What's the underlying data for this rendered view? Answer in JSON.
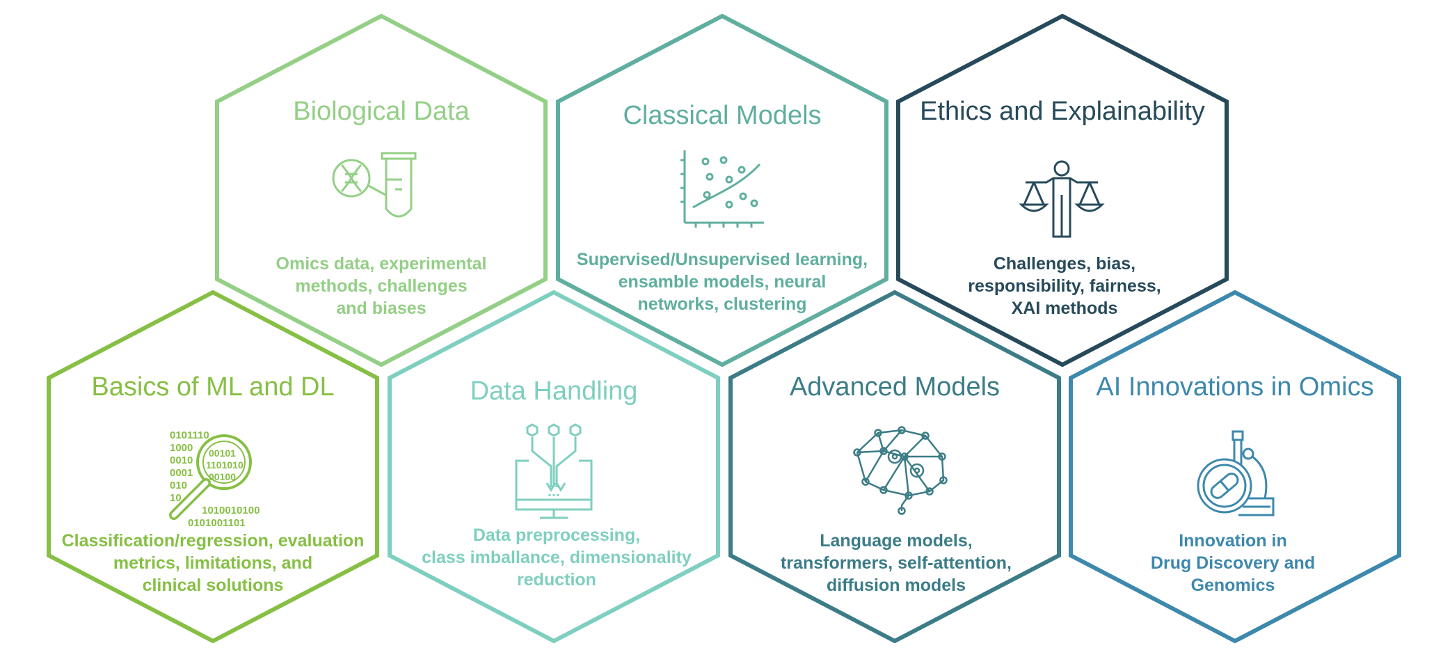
{
  "hexagons": [
    {
      "key": "bio",
      "title": "Biological Data",
      "icon": "dna-test-tube-icon",
      "color": "#94cf86",
      "lines": [
        "Omics data, experimental",
        "methods, challenges",
        "and biases"
      ]
    },
    {
      "key": "classical",
      "title": "Classical Models",
      "icon": "scatter-plot-icon",
      "color": "#5fae9f",
      "lines": [
        "Supervised/Unsupervised learning,",
        "ensamble models, neural",
        "networks, clustering"
      ]
    },
    {
      "key": "ethics",
      "title": "Ethics and Explainability",
      "icon": "balance-scale-person-icon",
      "color": "#274a5a",
      "lines": [
        "Challenges, bias,",
        "responsibility, fairness,",
        "XAI methods"
      ]
    },
    {
      "key": "basics",
      "title": "Basics of ML and DL",
      "icon": "binary-magnifier-icon",
      "color": "#86bf44",
      "lines": [
        "Classification/regression, evaluation",
        "metrics, limitations, and",
        "clinical solutions"
      ]
    },
    {
      "key": "handling",
      "title": "Data Handling",
      "icon": "data-funnel-monitor-icon",
      "color": "#7fcfc0",
      "lines": [
        "Data preprocessing,",
        "class imballance, dimensionality",
        "reduction"
      ]
    },
    {
      "key": "advanced",
      "title": "Advanced Models",
      "icon": "neural-brain-icon",
      "color": "#3b7c86",
      "lines": [
        "Language models,",
        "transformers, self-attention,",
        "diffusion models"
      ]
    },
    {
      "key": "innovations",
      "title": "AI Innovations in Omics",
      "icon": "microscope-pill-icon",
      "color": "#3d88ad",
      "lines": [
        "Innovation in",
        "Drug Discovery and",
        "Genomics"
      ]
    }
  ]
}
